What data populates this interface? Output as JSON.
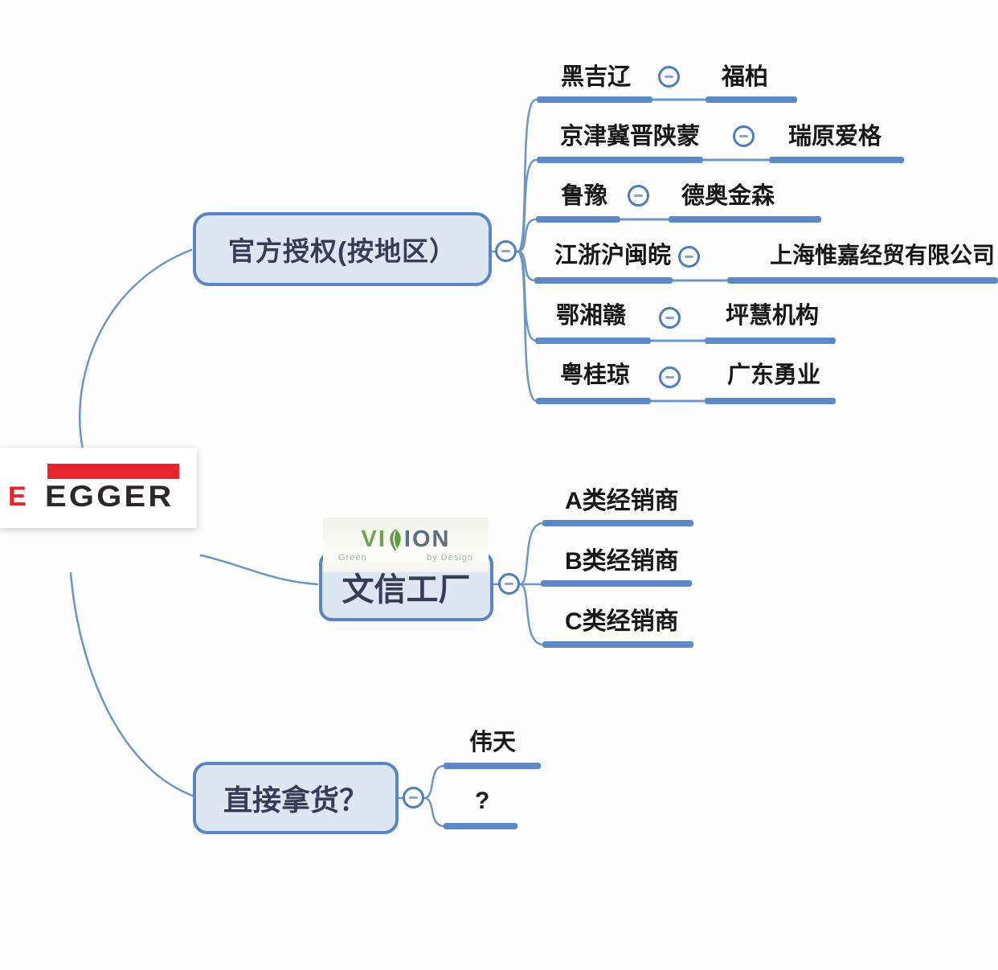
{
  "root": {
    "brand_initial": "E",
    "brand_name": "EGGER"
  },
  "nodes": {
    "official": {
      "label": "官方授权(按地区）"
    },
    "factory": {
      "label": "文信工厂",
      "logo": {
        "left": "VI",
        "right": "ION",
        "tagline_left": "Green",
        "tagline_right": "by Design"
      }
    },
    "direct": {
      "label": "直接拿货？"
    }
  },
  "official_branches": [
    {
      "region": "黑吉辽",
      "company": "福柏"
    },
    {
      "region": "京津冀晋陕蒙",
      "company": "瑞原爱格"
    },
    {
      "region": "鲁豫",
      "company": "德奥金森"
    },
    {
      "region": "江浙沪闽皖",
      "company": "上海惟嘉经贸有限公司"
    },
    {
      "region": "鄂湘赣",
      "company": "坪慧机构"
    },
    {
      "region": "粤桂琼",
      "company": "广东勇业"
    }
  ],
  "factory_branches": [
    "A类经销商",
    "B类经销商",
    "C类经销商"
  ],
  "direct_branches": [
    "伟天",
    "?"
  ],
  "colors": {
    "branch_underline": "#5c89c8",
    "connector": "#6e96c5",
    "node_fill": "#dde7f2",
    "node_border": "#5a85c6",
    "node_text": "#333f55",
    "label_text": "#171717",
    "collapse_ring": "#4d7dbd",
    "brand_red": "#e8242f",
    "brand_dark": "#2b272b",
    "vision_green": "#6fa54c",
    "vision_gray": "#5b7078"
  }
}
